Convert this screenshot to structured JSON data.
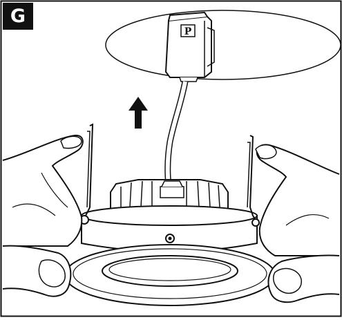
{
  "step": {
    "label": "G"
  },
  "driver_box": {
    "brand_mark": "P"
  },
  "colors": {
    "line": "#111111",
    "fill": "#ffffff",
    "badge_bg": "#111111",
    "badge_text": "#ffffff"
  },
  "arrow": {
    "direction": "up"
  }
}
